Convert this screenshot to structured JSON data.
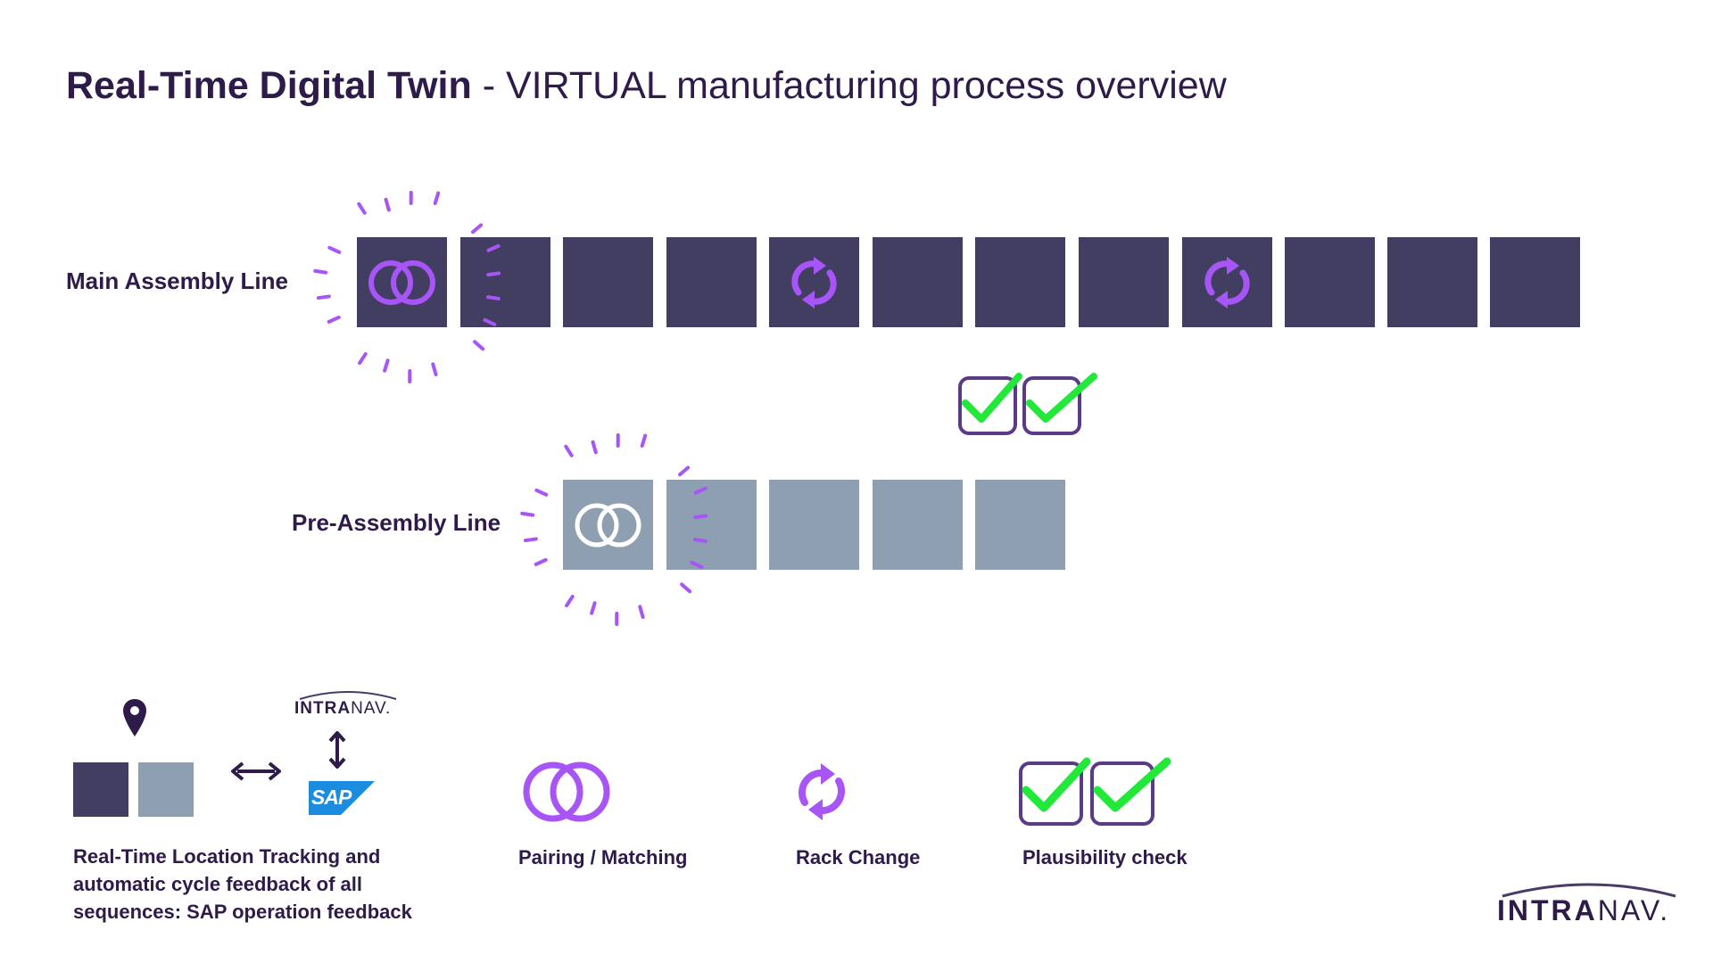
{
  "title": {
    "bold": "Real-Time Digital Twin",
    "rest": " - VIRTUAL manufacturing process overview"
  },
  "lines": {
    "main_label": "Main Assembly Line",
    "pre_label": "Pre-Assembly Line"
  },
  "legend": {
    "tracking": "Real-Time Location Tracking and automatic cycle feedback of all sequences: SAP operation feedback",
    "pairing": "Pairing / Matching",
    "rack_change": "Rack Change",
    "plausibility": "Plausibility check"
  },
  "logo": {
    "strong": "INTRA",
    "light": "NAV",
    "dot": "."
  },
  "sap": "SAP",
  "colors": {
    "title": "#2e1b4a",
    "main_box": "#423e62",
    "pre_box": "#8d9fb1",
    "accent": "#a855f7",
    "check": "#22e83a",
    "check_border": "#5b3a86",
    "sap_blue": "#1a8de0"
  },
  "icons": {
    "pairing": "interlocking-rings-icon",
    "rack_change": "refresh-arrows-icon",
    "plausibility": "checkbox-checked-icon",
    "location": "map-pin-icon",
    "bidirectional": "double-arrow-icon"
  }
}
